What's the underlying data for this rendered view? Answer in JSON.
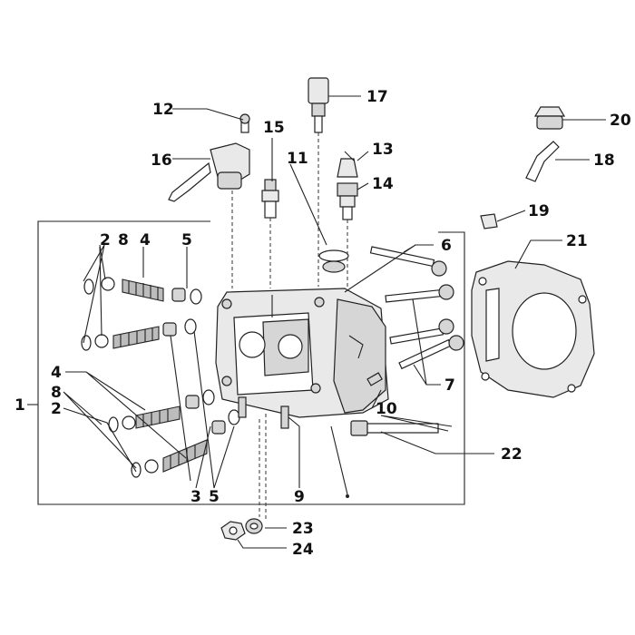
{
  "callouts": [
    {
      "id": "c1",
      "text": "1"
    },
    {
      "id": "c2a",
      "text": "2"
    },
    {
      "id": "c8a",
      "text": "8"
    },
    {
      "id": "c4a",
      "text": "4"
    },
    {
      "id": "c5a",
      "text": "5"
    },
    {
      "id": "c4b",
      "text": "4"
    },
    {
      "id": "c8b",
      "text": "8"
    },
    {
      "id": "c2b",
      "text": "2"
    },
    {
      "id": "c3",
      "text": "3"
    },
    {
      "id": "c5b",
      "text": "5"
    },
    {
      "id": "c9",
      "text": "9"
    },
    {
      "id": "c10",
      "text": "10"
    },
    {
      "id": "c11",
      "text": "11"
    },
    {
      "id": "c12",
      "text": "12"
    },
    {
      "id": "c13",
      "text": "13"
    },
    {
      "id": "c14",
      "text": "14"
    },
    {
      "id": "c15",
      "text": "15"
    },
    {
      "id": "c16",
      "text": "16"
    },
    {
      "id": "c17",
      "text": "17"
    },
    {
      "id": "c18",
      "text": "18"
    },
    {
      "id": "c19",
      "text": "19"
    },
    {
      "id": "c20",
      "text": "20"
    },
    {
      "id": "c21",
      "text": "21"
    },
    {
      "id": "c22",
      "text": "22"
    },
    {
      "id": "c23",
      "text": "23"
    },
    {
      "id": "c24",
      "text": "24"
    },
    {
      "id": "c6",
      "text": "6"
    },
    {
      "id": "c7",
      "text": "7"
    }
  ]
}
